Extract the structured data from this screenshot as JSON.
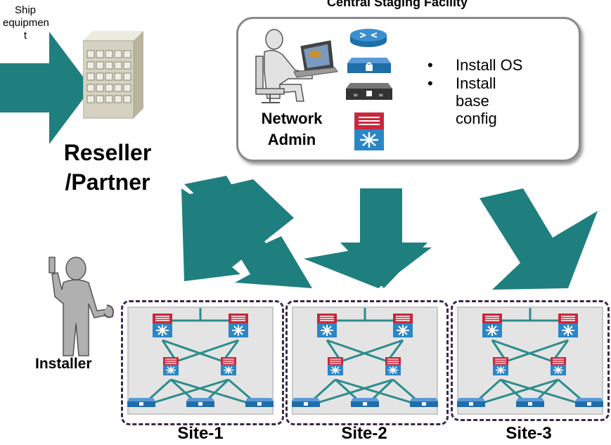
{
  "ship_label": "Ship equipmen t",
  "facility_title": "Central Staging Facility",
  "reseller_label": "Reseller /Partner",
  "network_admin_label": "Network Admin",
  "bullets": [
    "Install OS",
    "Install base config"
  ],
  "installer_label": "Installer",
  "sites": [
    "Site-1",
    "Site-2",
    "Site-3"
  ],
  "colors": {
    "arrow": "#1f7f7f",
    "router": "#3a8fd0",
    "firewall_red": "#c8283c",
    "switch_blue": "#2a86c8",
    "link": "#2d8c8c",
    "site_border": "#3a2a48",
    "facility_border": "#8a8a8a"
  },
  "icons": [
    "building-icon",
    "admin-person-icon",
    "router-icon",
    "firewall-icon",
    "vpn-appliance-icon",
    "core-switch-icon",
    "installer-person-icon",
    "access-switch-icon"
  ]
}
